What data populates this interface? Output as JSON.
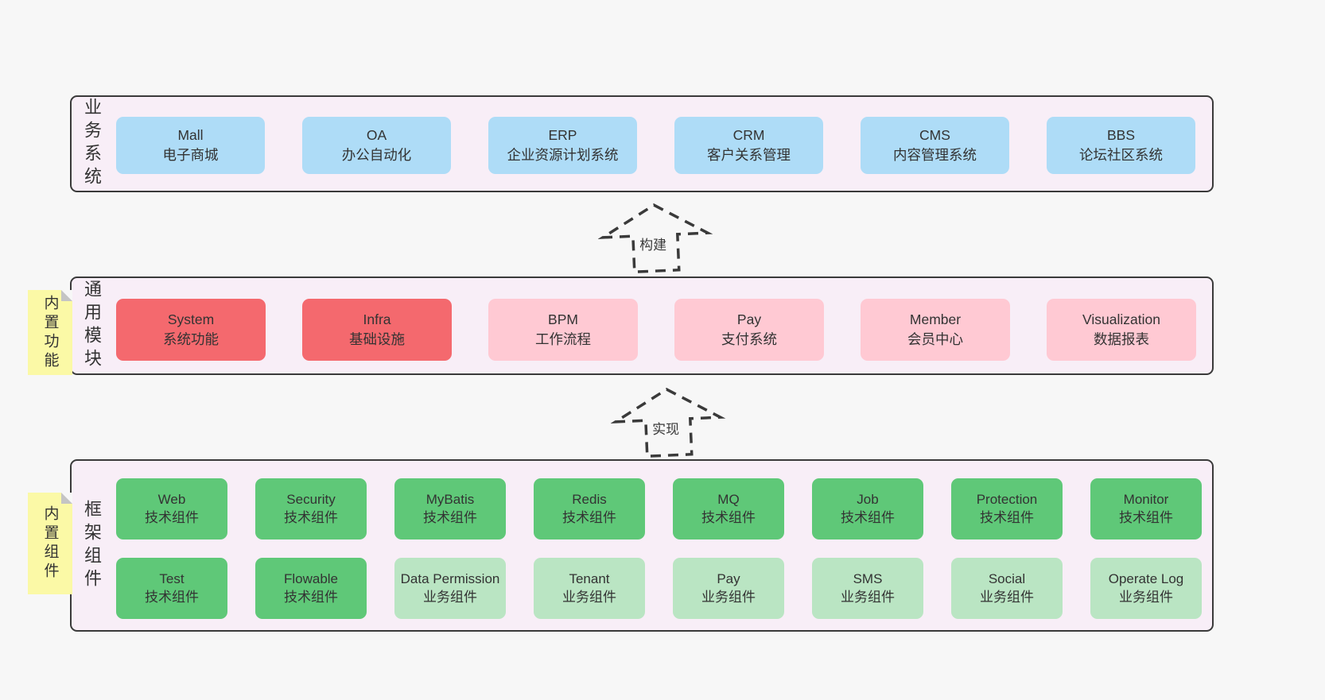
{
  "colors": {
    "page_bg": "#f7f7f7",
    "band_fill": "#f8eef7",
    "band_border": "#3a3a3a",
    "blue_box": "#aedcf7",
    "red_box": "#f4696e",
    "pink_box": "#ffc9d3",
    "green_box": "#5fc878",
    "light_green_box": "#bae5c3",
    "note_yellow": "#fbf9a6",
    "note_fold_gray": "#c4c4c4"
  },
  "arrows": [
    {
      "label": "构建"
    },
    {
      "label": "实现"
    }
  ],
  "bands": [
    {
      "label": "业务系统",
      "boxes": [
        {
          "title": "Mall",
          "subtitle": "电子商城"
        },
        {
          "title": "OA",
          "subtitle": "办公自动化"
        },
        {
          "title": "ERP",
          "subtitle": "企业资源计划系统"
        },
        {
          "title": "CRM",
          "subtitle": "客户关系管理"
        },
        {
          "title": "CMS",
          "subtitle": "内容管理系统"
        },
        {
          "title": "BBS",
          "subtitle": "论坛社区系统"
        }
      ]
    },
    {
      "label": "通用模块",
      "note": "内置功能",
      "boxes": [
        {
          "title": "System",
          "subtitle": "系统功能"
        },
        {
          "title": "Infra",
          "subtitle": "基础设施"
        },
        {
          "title": "BPM",
          "subtitle": "工作流程"
        },
        {
          "title": "Pay",
          "subtitle": "支付系统"
        },
        {
          "title": "Member",
          "subtitle": "会员中心"
        },
        {
          "title": "Visualization",
          "subtitle": "数据报表"
        }
      ]
    },
    {
      "label": "框架组件",
      "note": "内置组件",
      "rows": [
        [
          {
            "title": "Web",
            "subtitle": "技术组件"
          },
          {
            "title": "Security",
            "subtitle": "技术组件"
          },
          {
            "title": "MyBatis",
            "subtitle": "技术组件"
          },
          {
            "title": "Redis",
            "subtitle": "技术组件"
          },
          {
            "title": "MQ",
            "subtitle": "技术组件"
          },
          {
            "title": "Job",
            "subtitle": "技术组件"
          },
          {
            "title": "Protection",
            "subtitle": "技术组件"
          },
          {
            "title": "Monitor",
            "subtitle": "技术组件"
          }
        ],
        [
          {
            "title": "Test",
            "subtitle": "技术组件"
          },
          {
            "title": "Flowable",
            "subtitle": "技术组件"
          },
          {
            "title": "Data Permission",
            "subtitle": "业务组件"
          },
          {
            "title": "Tenant",
            "subtitle": "业务组件"
          },
          {
            "title": "Pay",
            "subtitle": "业务组件"
          },
          {
            "title": "SMS",
            "subtitle": "业务组件"
          },
          {
            "title": "Social",
            "subtitle": "业务组件"
          },
          {
            "title": "Operate Log",
            "subtitle": "业务组件"
          }
        ]
      ]
    }
  ]
}
